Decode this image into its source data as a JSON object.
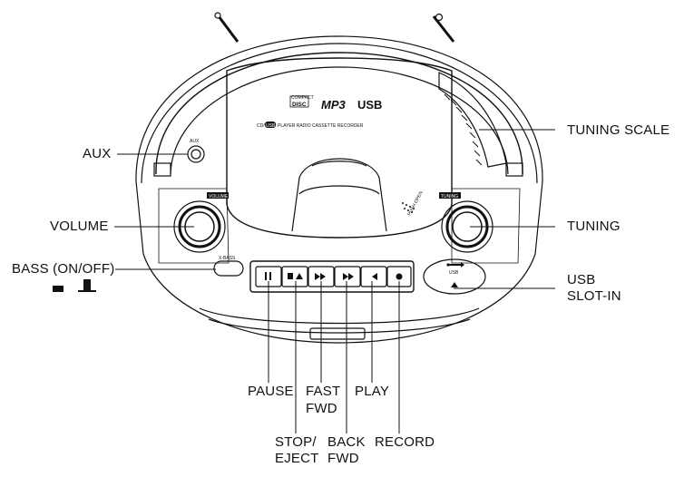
{
  "device": {
    "brand_usb": "USB",
    "brand_mp3": "MP3",
    "brand_disc": "DISC",
    "brand_compact": "COMPACT",
    "model_prefix": "CD/",
    "model_usb_badge": "USB",
    "model_suffix": "PLAYER RADIO CASSETTE RECORDER",
    "panel_aux": "AUX",
    "panel_volume": "VOLUME",
    "panel_tuning": "TUNING",
    "panel_xbass": "X-BASS",
    "panel_push_open": "PUSH OPEN",
    "panel_usb": "USB"
  },
  "callouts": {
    "tuning_scale": "TUNING SCALE",
    "aux": "AUX",
    "volume": "VOLUME",
    "tuning": "TUNING",
    "bass": "BASS (ON/OFF)",
    "usb_line1": "USB",
    "usb_line2": "SLOT-IN",
    "pause": "PAUSE",
    "fast_line1": "FAST",
    "fast_line2": "FWD",
    "play": "PLAY",
    "stop_line1": "STOP/",
    "stop_line2": "EJECT",
    "back_line1": "BACK",
    "back_line2": "FWD",
    "record": "RECORD"
  },
  "icons": [
    "pause-icon",
    "stop-eject-icon",
    "rewind-icon",
    "fast-forward-icon",
    "play-icon",
    "record-icon",
    "eject-icon",
    "usb-icon",
    "switch-off-icon",
    "switch-on-icon"
  ]
}
